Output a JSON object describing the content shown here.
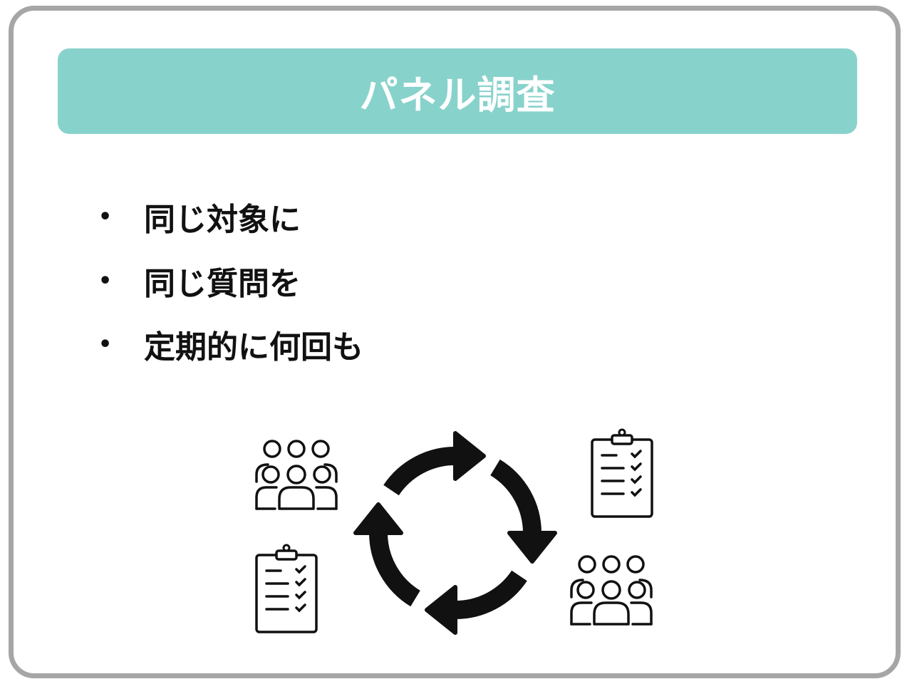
{
  "slide": {
    "title": "パネル調査",
    "bullets": [
      {
        "marker": "•",
        "text": "同じ対象に"
      },
      {
        "marker": "•",
        "text": "同じ質問を"
      },
      {
        "marker": "•",
        "text": "定期的に何回も"
      }
    ]
  },
  "colors": {
    "title_bar": "#88d2cc",
    "frame_border": "#a6a6a6",
    "icon_stroke": "#111111"
  },
  "illustration": {
    "icons": [
      "people-group-icon",
      "clipboard-checklist-icon",
      "cycle-arrows-icon",
      "clipboard-checklist-icon",
      "people-group-icon"
    ]
  }
}
